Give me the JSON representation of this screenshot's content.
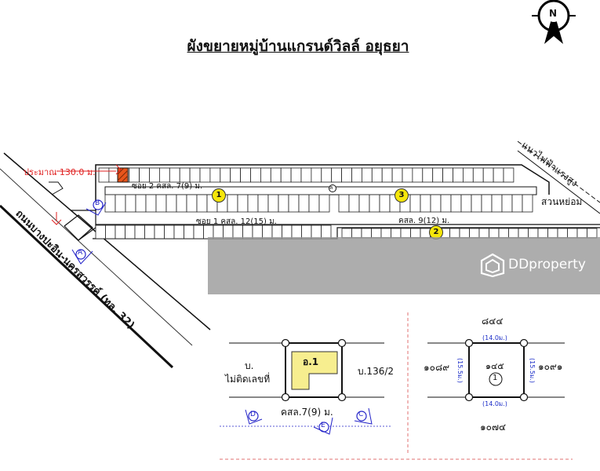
{
  "title": "ผังขยายหมู่บ้านแกรนด์วิลล์ อยุธยา",
  "compass": {
    "label": "N",
    "icon": "north-arrow-icon"
  },
  "main_plan": {
    "distance_label": "ประมาณ 130.0 ม.",
    "main_road_label": "ถนนบางปะอิน-นครสวรรค์ (ทล. 32)",
    "soi2_label": "ซอย 2 คสล. 7(9) ม.",
    "soi1_label": "ซอย 1 คสล. 12(15) ม.",
    "soi_right_label": "คสล. 9(12) ม.",
    "powerline_label": "แนวไฟฟ้าแรงสูง",
    "garden_label": "สวนหย่อม",
    "markers": [
      "1",
      "2",
      "3"
    ],
    "landmark_symbol": "ล",
    "view_points": [
      "A",
      "B"
    ],
    "highlight_color": "#e8551c",
    "marker_color": "#f5e60a",
    "viewpoint_color": "#2323c8"
  },
  "lot_detail": {
    "left_label_line1": "บ.",
    "left_label_line2": "ไม่ติดเลขที่",
    "right_label": "บ.136/2",
    "lot_label": "อ.1",
    "road_label": "คสล.7(9) ม.",
    "view_points": [
      "D",
      "E",
      "C"
    ],
    "building_color": "#f7ee8f"
  },
  "parcel_detail": {
    "top": "๘๔๔",
    "left": "๑๐๘๙",
    "right": "๑๐๙๑",
    "bottom": "๑๐๗๔",
    "center": "๑๔๕",
    "marker": "1",
    "top_dim": "(14.0ม.)",
    "bottom_dim": "(14.0ม.)",
    "left_dim": "(15.5ม.)",
    "right_dim": "(15.5ม.)",
    "dim_color": "#1a2cc8"
  },
  "watermark": {
    "brand": "DDproperty",
    "icon": "ddproperty-logo-icon"
  }
}
